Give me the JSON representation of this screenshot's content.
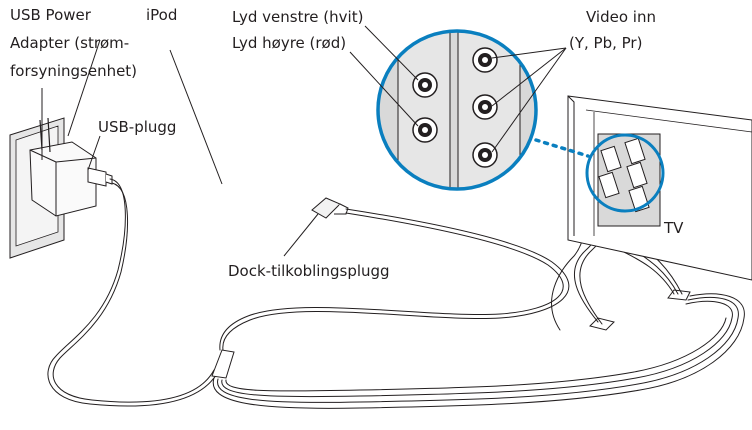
{
  "labels": {
    "usb_power_adapter_line1": "USB Power",
    "usb_power_adapter_line2": "Adapter (strøm-",
    "usb_power_adapter_line3": "forsyningsenhet)",
    "ipod": "iPod",
    "usb_plug": "USB-plugg",
    "audio_left": "Lyd venstre (hvit)",
    "audio_right": "Lyd høyre (rød)",
    "video_in_line1": "Video inn",
    "video_in_line2": "(Y, Pb, Pr)",
    "dock_connector_plug": "Dock-tilkoblingsplugg",
    "tv": "TV"
  },
  "colors": {
    "line": "#231f20",
    "accent": "#0a7fbf",
    "panel": "#d9d9d9",
    "background": "#ffffff"
  }
}
